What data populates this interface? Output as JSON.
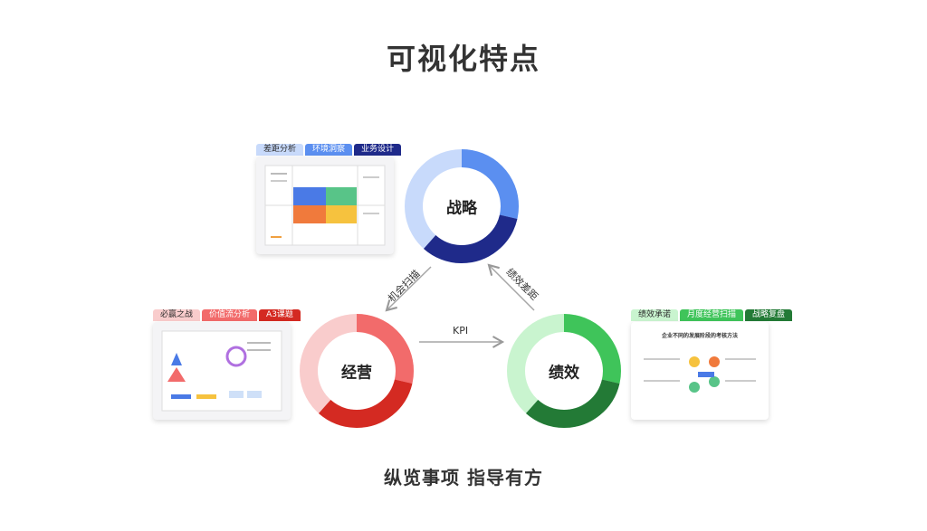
{
  "title": "可视化特点",
  "subtitle": "纵览事项 指导有方",
  "nodes": {
    "strategy": {
      "label": "战略",
      "colors": [
        "#5b8ff0",
        "#1f2a8a",
        "#c8dafb"
      ]
    },
    "operation": {
      "label": "经营",
      "colors": [
        "#f26b6b",
        "#d42a22",
        "#f9cccc"
      ]
    },
    "performance": {
      "label": "绩效",
      "colors": [
        "#3fc45a",
        "#237a36",
        "#c9f4cf"
      ]
    }
  },
  "edges": {
    "strategy_to_operation": "机会扫描",
    "performance_to_strategy": "绩效差距",
    "operation_to_performance": "KPI"
  },
  "cards": {
    "strategy": {
      "tabs": [
        "差距分析",
        "环境洞察",
        "业务设计"
      ],
      "tab_colors": [
        "#c8dafb",
        "#5b8ff0",
        "#1f2a8a"
      ],
      "tab_text_colors": [
        "#2b2b2b",
        "#ffffff",
        "#ffffff"
      ]
    },
    "operation": {
      "tabs": [
        "必赢之战",
        "价值流分析",
        "A3课题"
      ],
      "tab_colors": [
        "#f9cccc",
        "#f26b6b",
        "#d42a22"
      ],
      "tab_text_colors": [
        "#2b2b2b",
        "#ffffff",
        "#ffffff"
      ]
    },
    "performance": {
      "tabs": [
        "绩效承诺",
        "月度经营扫描",
        "战略复盘"
      ],
      "tab_colors": [
        "#c9f4cf",
        "#3fc45a",
        "#237a36"
      ],
      "tab_text_colors": [
        "#2b2b2b",
        "#ffffff",
        "#ffffff"
      ],
      "heading": "企业不同的发展阶段的考核方法"
    }
  }
}
